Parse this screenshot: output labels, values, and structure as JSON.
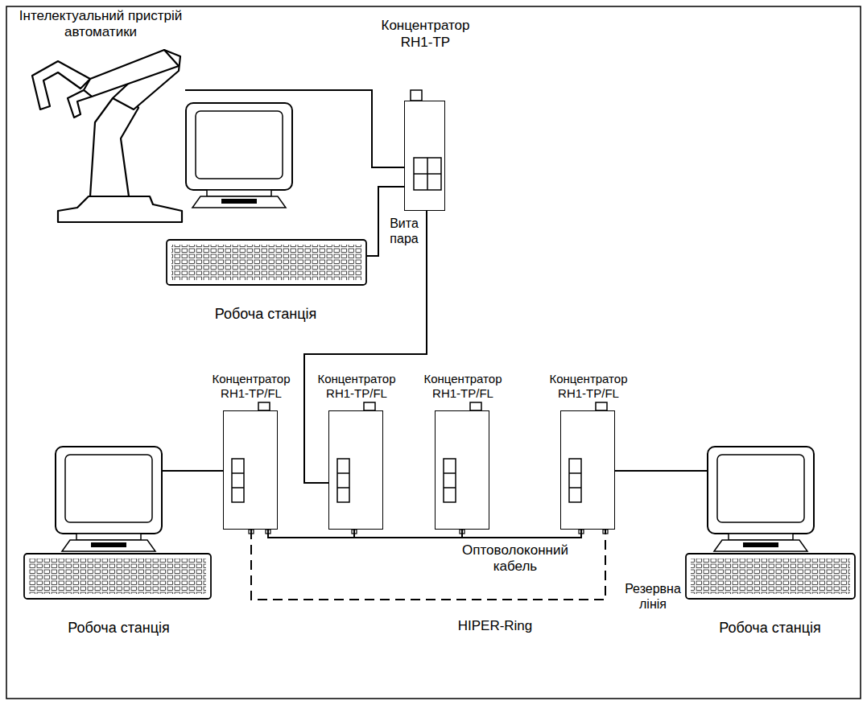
{
  "diagram": {
    "nodes": [
      {
        "text": [
          "Інтелектуальний пристрій автоматики"
        ]
      },
      {
        "text": [
          "Концентратор RH1-TP"
        ]
      },
      {
        "text": [
          "Робоча станція"
        ]
      },
      {
        "text": [
          "Робоча станція"
        ]
      },
      {
        "text": [
          "Концентратор RH1-TP/FL"
        ]
      },
      {
        "text": [
          "Концентратор RH1-TP/FL"
        ]
      },
      {
        "text": [
          "Концентратор RH1-TP/FL"
        ]
      },
      {
        "text": [
          "Концентратор RH1-TP/FL"
        ]
      },
      {
        "text": [
          "Робоча станція"
        ]
      }
    ],
    "edges": [
      {
        "from": 0,
        "to": 1,
        "arrow": "none"
      },
      {
        "from": 2,
        "to": 1,
        "label": "Вита пара",
        "arrow": "none"
      },
      {
        "from": 1,
        "to": 5,
        "arrow": "none"
      },
      {
        "from": 3,
        "to": 4,
        "arrow": "none"
      },
      {
        "from": 4,
        "to": 5,
        "arrow": "none"
      },
      {
        "from": 5,
        "to": 6,
        "arrow": "none"
      },
      {
        "from": 6,
        "to": 7,
        "label": "Оптоволоконний кабель",
        "arrow": "none"
      },
      {
        "from": 4,
        "to": 7,
        "arrow": "none"
      },
      {
        "from": 7,
        "to": 8,
        "arrow": "none"
      }
    ],
    "labels": [
      "Резервна лінія",
      "HIPER-Ring"
    ]
  }
}
